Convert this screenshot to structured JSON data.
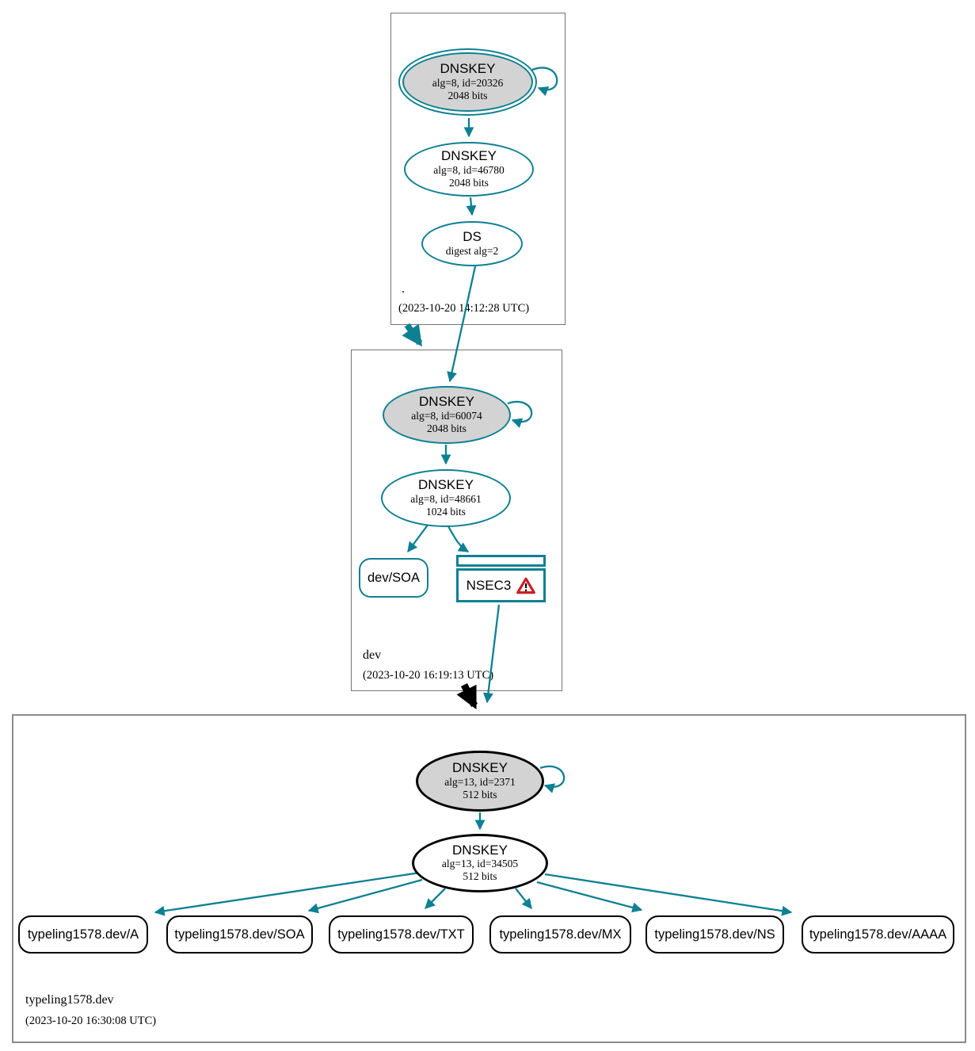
{
  "colors": {
    "secure_teal": "#0d8092",
    "insecure_black": "#000000",
    "ksk_fill_gray": "#d3d3d3",
    "warning_red": "#cb2026",
    "zone_border_gray": "#757575"
  },
  "zones": {
    "root": {
      "label": ".",
      "timestamp": "(2023-10-20 14:12:28 UTC)",
      "ksk": {
        "title": "DNSKEY",
        "detail": "alg=8, id=20326",
        "bits": "2048 bits"
      },
      "zsk": {
        "title": "DNSKEY",
        "detail": "alg=8, id=46780",
        "bits": "2048 bits"
      },
      "ds": {
        "title": "DS",
        "detail": "digest alg=2"
      }
    },
    "dev": {
      "label": "dev",
      "timestamp": "(2023-10-20 16:19:13 UTC)",
      "ksk": {
        "title": "DNSKEY",
        "detail": "alg=8, id=60074",
        "bits": "2048 bits"
      },
      "zsk": {
        "title": "DNSKEY",
        "detail": "alg=8, id=48661",
        "bits": "1024 bits"
      },
      "soa": {
        "label": "dev/SOA"
      },
      "nsec3": {
        "label": "NSEC3"
      }
    },
    "typeling": {
      "label": "typeling1578.dev",
      "timestamp": "(2023-10-20 16:30:08 UTC)",
      "ksk": {
        "title": "DNSKEY",
        "detail": "alg=13, id=2371",
        "bits": "512 bits"
      },
      "zsk": {
        "title": "DNSKEY",
        "detail": "alg=13, id=34505",
        "bits": "512 bits"
      },
      "rrsets": [
        {
          "label": "typeling1578.dev/A"
        },
        {
          "label": "typeling1578.dev/SOA"
        },
        {
          "label": "typeling1578.dev/TXT"
        },
        {
          "label": "typeling1578.dev/MX"
        },
        {
          "label": "typeling1578.dev/NS"
        },
        {
          "label": "typeling1578.dev/AAAA"
        }
      ]
    }
  }
}
